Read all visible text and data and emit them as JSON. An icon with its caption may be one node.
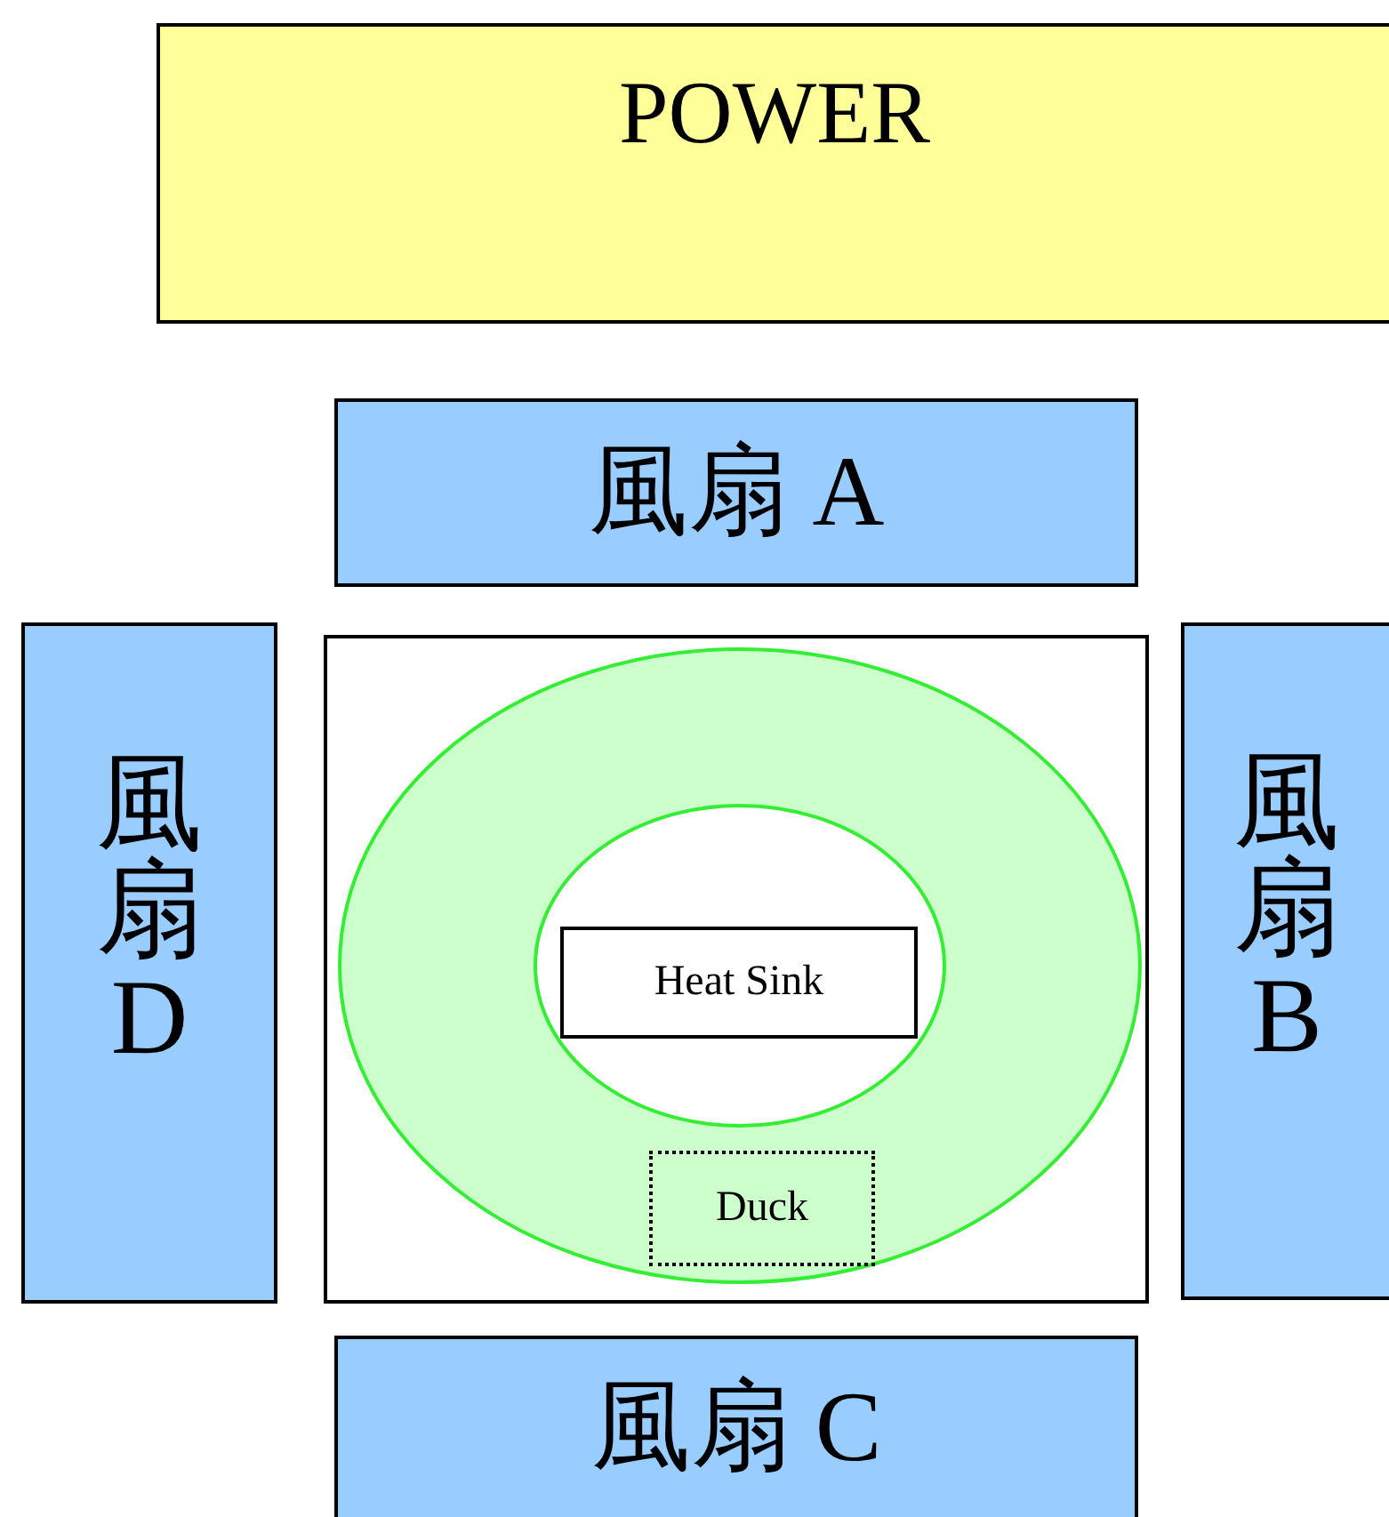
{
  "diagram": {
    "nodes": [
      {
        "text": [
          "POWER"
        ]
      },
      {
        "text": [
          "風扇 A"
        ]
      },
      {
        "text": [
          "風扇 D"
        ]
      },
      {
        "text": [],
        "shape": "box"
      },
      {
        "text": [],
        "shape": "circle",
        "in": 3
      },
      {
        "text": [
          "Heat Sink"
        ],
        "in": 4
      },
      {
        "text": [
          "Duck"
        ],
        "in": 4
      },
      {
        "text": [
          "風扇 B"
        ]
      },
      {
        "text": [
          "風扇 C"
        ]
      }
    ]
  }
}
